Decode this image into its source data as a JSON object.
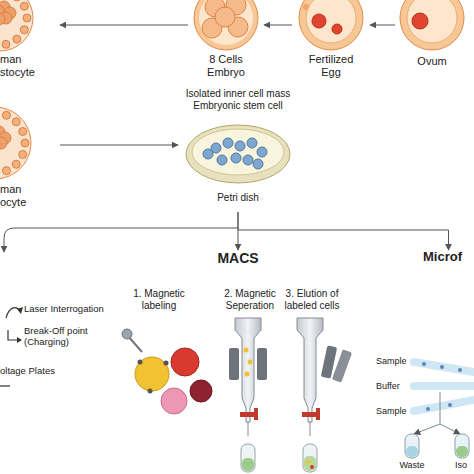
{
  "diagram": {
    "nodes": [
      {
        "text": [
          "Ovum"
        ]
      },
      {
        "text": [
          "Fertilized Egg"
        ]
      },
      {
        "text": [
          "8 Cells Embryo"
        ]
      },
      {
        "text": [
          "man stocyte"
        ]
      },
      {
        "text": [
          "man ocyte"
        ]
      },
      {
        "text": [
          "Isolated inner cell mass Embryonic stem cell",
          "Petri dish"
        ]
      },
      {
        "text": [
          "MACS"
        ]
      },
      {
        "text": [
          "Microf"
        ]
      }
    ],
    "edges": [
      {
        "from": 0,
        "to": 1,
        "arrow": "to"
      },
      {
        "from": 1,
        "to": 2,
        "arrow": "to"
      },
      {
        "from": 2,
        "to": 3,
        "arrow": "to"
      },
      {
        "from": 4,
        "to": 5,
        "arrow": "to"
      },
      {
        "from": 5,
        "to": 6,
        "arrow": "to"
      },
      {
        "from": 5,
        "to": 7,
        "arrow": "to"
      }
    ],
    "labels": [
      "Laser Interrogation",
      "Break-Off point (Charging)",
      "oltage Plates",
      "1. Magnetic labeling",
      "2. Magnetic Seperation",
      "3. Elution of labeled cells",
      "Sample",
      "Buffer",
      "Sample",
      "Waste",
      "Iso"
    ]
  }
}
